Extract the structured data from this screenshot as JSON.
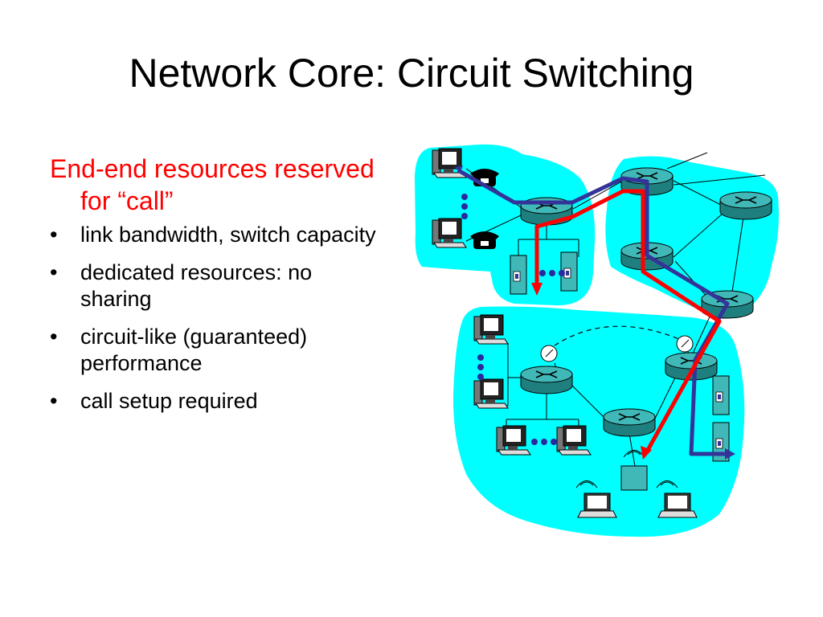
{
  "slide": {
    "title": "Network Core: Circuit Switching",
    "lead": "End-end resources reserved for “call”",
    "bullets": [
      "link bandwidth,  switch capacity",
      "dedicated resources: no sharing",
      "circuit-like (guaranteed) performance",
      "call setup required"
    ]
  },
  "colors": {
    "cloud": "#00ffff",
    "router": "#30a8a8",
    "circuit_red": "#ff0000",
    "circuit_blue": "#333399",
    "lead_text": "#ff0000"
  },
  "icons": [
    "desktop-computer-icon",
    "telephone-icon",
    "router-icon",
    "server-icon",
    "satellite-dish-icon",
    "laptop-icon",
    "wireless-access-point-icon",
    "ellipsis-dots-icon"
  ]
}
